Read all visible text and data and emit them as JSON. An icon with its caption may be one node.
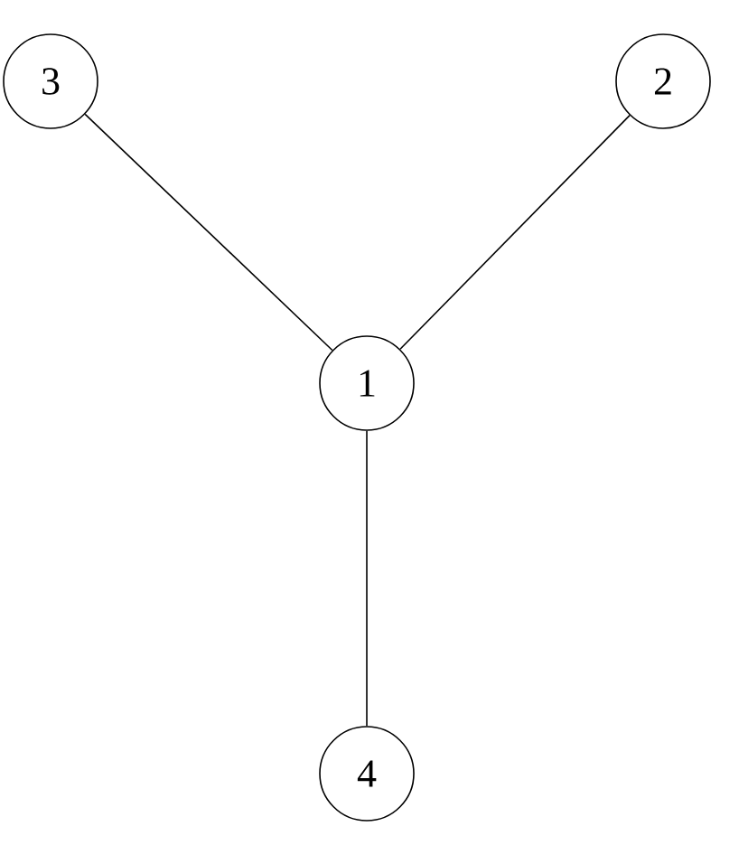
{
  "diagram": {
    "nodes": [
      {
        "text": [
          "3"
        ]
      },
      {
        "text": [
          "2"
        ]
      },
      {
        "text": [
          "1"
        ]
      },
      {
        "text": [
          "4"
        ]
      }
    ],
    "edges": [
      {
        "from": 0,
        "to": 2,
        "arrow": "none"
      },
      {
        "from": 1,
        "to": 2,
        "arrow": "none"
      },
      {
        "from": 2,
        "to": 3,
        "arrow": "none"
      }
    ]
  }
}
